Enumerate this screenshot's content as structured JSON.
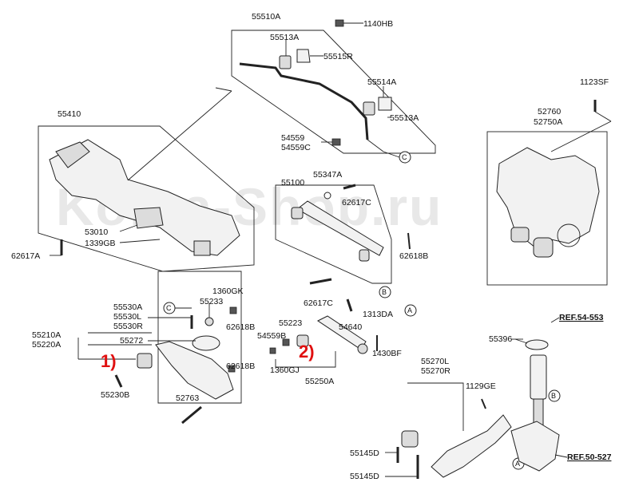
{
  "watermark": "Korea-Shop.ru",
  "callouts": {
    "one": "1)",
    "two": "2)"
  },
  "refs": {
    "top": "REF.54-553",
    "bottom": "REF.50-527"
  },
  "circles": {
    "c": "C",
    "a": "A",
    "b": "B"
  },
  "labels": {
    "p55510A": "55510A",
    "p1140HB": "1140HB",
    "p55513A_top": "55513A",
    "p55515R": "55515R",
    "p55514A": "55514A",
    "p55513A_mid": "55513A",
    "p54559": "54559",
    "p54559C": "54559C",
    "p55410": "55410",
    "p1123SF": "1123SF",
    "p52760": "52760",
    "p52750A": "52750A",
    "p55347A": "55347A",
    "p55100": "55100",
    "p62617C_top": "62617C",
    "p53010": "53010",
    "p1339GB": "1339GB",
    "p62617A": "62617A",
    "p62618B_right": "62618B",
    "p62617C_mid": "62617C",
    "p1360GK": "1360GK",
    "p55530A": "55530A",
    "p55233": "55233",
    "p55530L": "55530L",
    "p55530R": "55530R",
    "p62618B_mid": "62618B",
    "p55210A": "55210A",
    "p55220A": "55220A",
    "p55272": "55272",
    "p55223": "55223",
    "p54559B": "54559B",
    "p54640": "54640",
    "p1313DA": "1313DA",
    "p1430BF": "1430BF",
    "p1360GJ": "1360GJ",
    "p62618B_low": "62618B",
    "p55230B": "55230B",
    "p55250A": "55250A",
    "p52763": "52763",
    "p55396": "55396",
    "p55270L": "55270L",
    "p55270R": "55270R",
    "p1129GE": "1129GE",
    "p55145D_a": "55145D",
    "p55145D_b": "55145D"
  }
}
